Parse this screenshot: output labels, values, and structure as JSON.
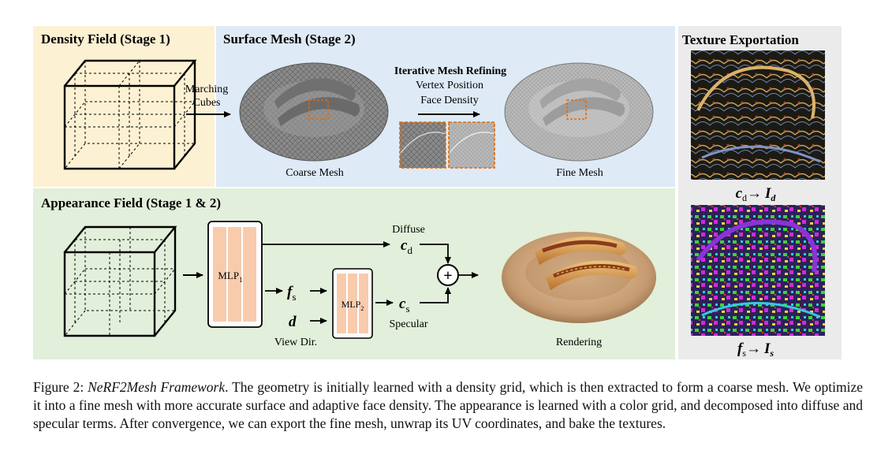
{
  "figure": {
    "density": {
      "title": "Density Field (Stage 1)",
      "marching": "Marching",
      "cubes": "Cubes"
    },
    "surface": {
      "title": "Surface Mesh (Stage 2)",
      "refine_title": "Iterative Mesh Refining",
      "refine_line1": "Vertex Position",
      "refine_line2": "Face Density",
      "coarse_label": "Coarse Mesh",
      "fine_label": "Fine Mesh"
    },
    "texture": {
      "title": "Texture Exportation"
    },
    "appearance": {
      "title": "Appearance Field (Stage 1 & 2)",
      "mlp1": "MLP",
      "mlp1_sub": "1",
      "mlp2": "MLP",
      "mlp2_sub": "2",
      "diffuse": "Diffuse",
      "specular": "Specular",
      "view_dir": "View Dir.",
      "rendering": "Rendering",
      "cd": "c",
      "cd_sub": "d",
      "cs": "c",
      "cs_sub": "s",
      "fs": "f",
      "fs_sub": "s",
      "d": "d",
      "plus": "+"
    },
    "texture_labels": {
      "diffuse_c": "c",
      "diffuse_c_sub": "d",
      "diffuse_I": "I",
      "diffuse_I_sub": "d",
      "spec_f": "f",
      "spec_f_sub": "s",
      "spec_I": "I",
      "spec_I_sub": "s",
      "arrow": "→"
    },
    "colors": {
      "density_bg": "#fdf1d3",
      "surface_bg": "#deeaf6",
      "appearance_bg": "#e2efda",
      "texture_bg": "#ebebeb",
      "mlp_fill": "#f8cbad",
      "highlight": "#e26b0a"
    }
  },
  "caption": {
    "label": "Figure 2:",
    "italic": "NeRF2Mesh Framework",
    "text": ". The geometry is initially learned with a density grid, which is then extracted to form a coarse mesh. We optimize it into a fine mesh with more accurate surface and adaptive face density. The appearance is learned with a color grid, and decomposed into diffuse and specular terms. After convergence, we can export the fine mesh, unwrap its UV coordinates, and bake the textures."
  }
}
